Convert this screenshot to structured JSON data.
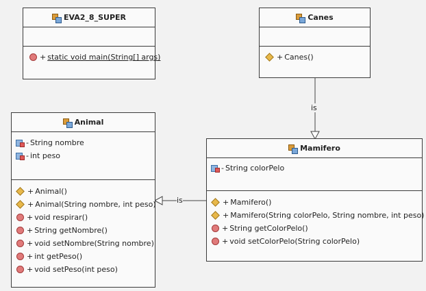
{
  "classes": {
    "eva": {
      "name": "EVA2_8_SUPER",
      "methods": [
        {
          "visibility": "+",
          "signature": "static void main(String[] args)"
        }
      ]
    },
    "canes": {
      "name": "Canes",
      "methods": [
        {
          "visibility": "+",
          "signature": "Canes()"
        }
      ]
    },
    "animal": {
      "name": "Animal",
      "fields": [
        {
          "visibility": "-",
          "signature": "String nombre"
        },
        {
          "visibility": "-",
          "signature": "int peso"
        }
      ],
      "methods": [
        {
          "visibility": "+",
          "signature": "Animal()"
        },
        {
          "visibility": "+",
          "signature": "Animal(String nombre, int peso)"
        },
        {
          "visibility": "+",
          "signature": "void respirar()"
        },
        {
          "visibility": "+",
          "signature": "String getNombre()"
        },
        {
          "visibility": "+",
          "signature": "void setNombre(String nombre)"
        },
        {
          "visibility": "+",
          "signature": "int getPeso()"
        },
        {
          "visibility": "+",
          "signature": "void setPeso(int peso)"
        }
      ]
    },
    "mamifero": {
      "name": "Mamifero",
      "fields": [
        {
          "visibility": "-",
          "signature": "String colorPelo"
        }
      ],
      "methods": [
        {
          "visibility": "+",
          "signature": "Mamifero()"
        },
        {
          "visibility": "+",
          "signature": "Mamifero(String colorPelo, String nombre, int peso)"
        },
        {
          "visibility": "+",
          "signature": "String getColorPelo()"
        },
        {
          "visibility": "+",
          "signature": "void setColorPelo(String colorPelo)"
        }
      ]
    }
  },
  "relations": {
    "canes_mamifero_label": "is",
    "mamifero_animal_label": "is"
  }
}
